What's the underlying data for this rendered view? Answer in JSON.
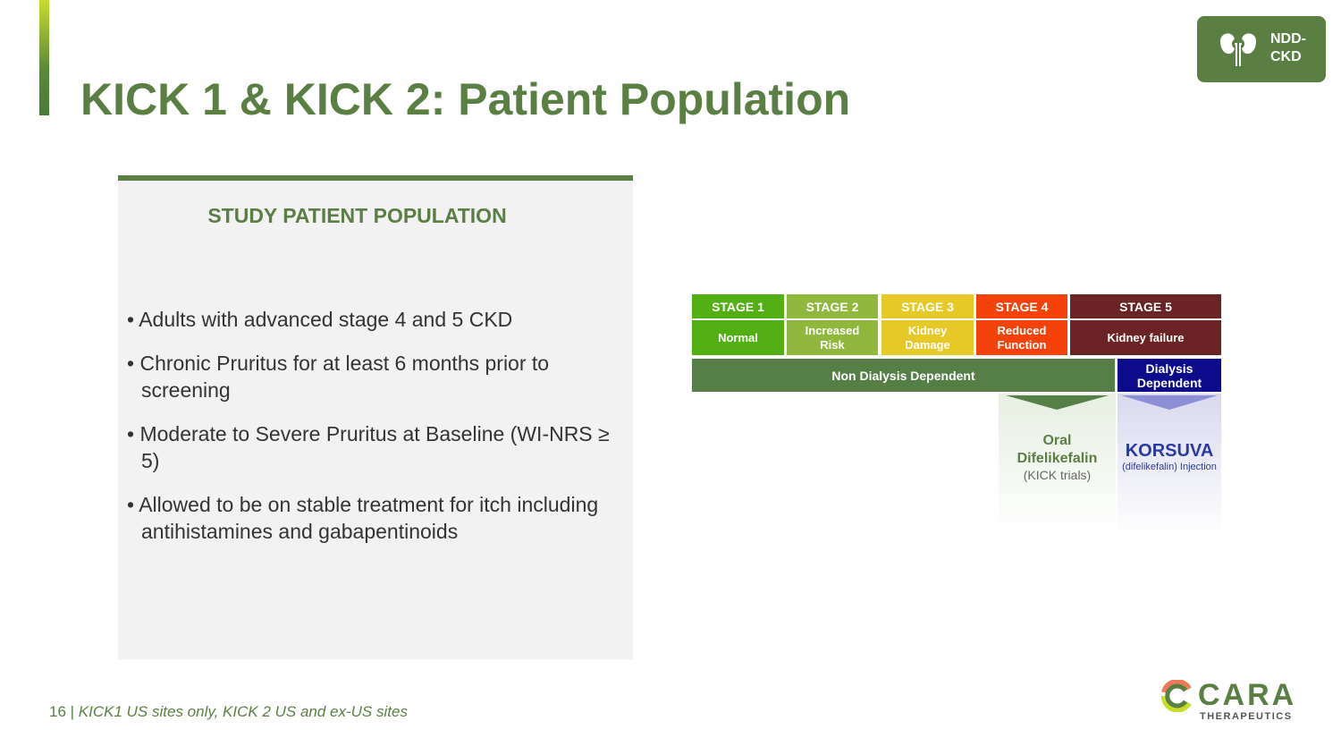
{
  "title": "KICK 1 & KICK 2: Patient Population",
  "badge": {
    "line1": "NDD-",
    "line2": "CKD",
    "icon": "kidney-icon"
  },
  "panel": {
    "heading": "STUDY PATIENT POPULATION",
    "bullets": [
      "Adults with advanced stage 4 and 5 CKD",
      "Chronic Pruritus for at least 6 months prior to screening",
      "Moderate to Severe Pruritus at Baseline (WI-NRS ≥ 5)",
      "Allowed to be on stable treatment for itch including antihistamines and gabapentinoids"
    ]
  },
  "diagram": {
    "stages": [
      {
        "label": "STAGE 1",
        "desc": "Normal",
        "color": "#52b014"
      },
      {
        "label": "STAGE 2",
        "desc": "Increased Risk",
        "color": "#8fb83c"
      },
      {
        "label": "STAGE 3",
        "desc": "Kidney Damage",
        "color": "#e6c927"
      },
      {
        "label": "STAGE 4",
        "desc": "Reduced Function",
        "color": "#f5420a"
      },
      {
        "label": "STAGE 5",
        "desc": "Kidney failure",
        "color": "#6b2424"
      }
    ],
    "ndd": "Non Dialysis Dependent",
    "dd": "Dialysis Dependent",
    "oral1": "Oral",
    "oral2": "Difelikefalin",
    "oral3": "(KICK trials)",
    "korsuva": "KORSUVA",
    "korsuva_sub": "(difelikefalin) Injection"
  },
  "footer": {
    "page": "16",
    "note": "KICK1 US sites only, KICK 2 US and ex-US sites"
  },
  "logo": {
    "name": "CARA",
    "sub": "THERAPEUTICS"
  }
}
